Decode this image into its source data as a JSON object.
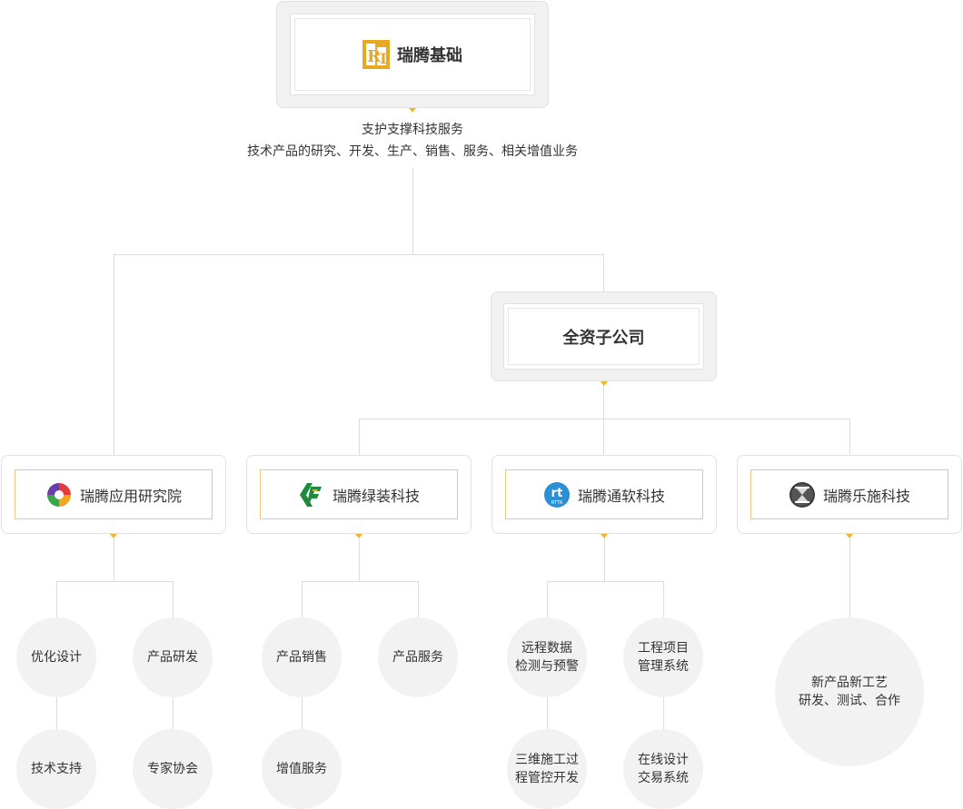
{
  "root": {
    "name": "瑞腾基础",
    "logo": "RT-logo",
    "desc_line1": "支护支撑科技服务",
    "desc_line2": "技术产品的研究、开发、生产、销售、服务、相关增值业务"
  },
  "subsidiary_group": {
    "name": "全资子公司"
  },
  "companies": [
    {
      "name": "瑞腾应用研究院",
      "logo": "swirl-logo"
    },
    {
      "name": "瑞腾绿装科技",
      "logo": "RF-logo"
    },
    {
      "name": "瑞腾通软科技",
      "logo": "RTTR-logo"
    },
    {
      "name": "瑞腾乐施科技",
      "logo": "hourglass-logo"
    }
  ],
  "services": {
    "institute": [
      "优化设计",
      "产品研发",
      "技术支持",
      "专家协会"
    ],
    "green": [
      "产品销售",
      "产品服务",
      "增值服务"
    ],
    "software": [
      {
        "l1": "远程数据",
        "l2": "检测与预警"
      },
      {
        "l1": "工程项目",
        "l2": "管理系统"
      },
      {
        "l1": "三维施工过",
        "l2": "程管控开发"
      },
      {
        "l1": "在线设计",
        "l2": "交易系统"
      }
    ],
    "lesh": {
      "l1": "新产品新工艺",
      "l2": "研发、测试、合作"
    }
  },
  "colors": {
    "accent": "#f3b42a",
    "line": "#dcdcdc",
    "circle": "#f2f2f2",
    "gold_border": "#ecc87a"
  }
}
